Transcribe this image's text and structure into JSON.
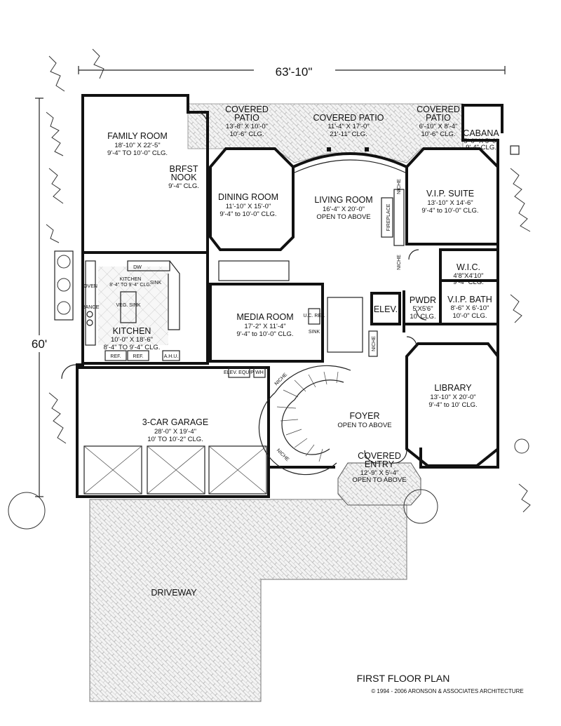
{
  "dimensions": {
    "width": "63'-10\"",
    "depth": "60'"
  },
  "rooms": {
    "family_room": {
      "name": "FAMILY ROOM",
      "size": "18'-10\" X 22'-5\"",
      "ceiling": "9'-4\" TO 10'-0\" CLG."
    },
    "brfst_nook": {
      "name1": "BRFST",
      "name2": "NOOK",
      "ceiling": "9'-4\" CLG."
    },
    "dining_room": {
      "name": "DINING ROOM",
      "size": "11'-10\" X 15'-0\"",
      "ceiling": "9'-4\" to 10'-0\" CLG."
    },
    "living_room": {
      "name": "LIVING ROOM",
      "size": "16'-4\" X 20'-0\"",
      "ceiling": "OPEN TO ABOVE"
    },
    "vip_suite": {
      "name": "V.I.P. SUITE",
      "size": "13'-10\" X 14'-6\"",
      "ceiling": "9'-4\" to 10'-0\" CLG."
    },
    "cabana": {
      "name": "CABANA",
      "size": "5'-0\" X 5'-0\"",
      "ceiling": "9'-4\" CLG."
    },
    "covered_patio_left": {
      "name1": "COVERED",
      "name2": "PATIO",
      "size": "13'-8\" X 10'-0\"",
      "ceiling": "10'-6\" CLG."
    },
    "covered_patio_center": {
      "name": "COVERED PATIO",
      "size": "11'-4\" X 17'-0\"",
      "ceiling": "21'-11\" CLG."
    },
    "covered_patio_right": {
      "name1": "COVERED",
      "name2": "PATIO",
      "size": "6'-10\" X 8'-4\"",
      "ceiling": "10'-6\" CLG."
    },
    "kitchen": {
      "name": "KITCHEN",
      "size": "10'-0\" X 18'-6\"",
      "ceiling": "8'-4\" TO 9'-4\" CLG.",
      "inner_name": "KITCHEN",
      "inner_ceiling": "8'-4\" TO 9'-4\" CLG."
    },
    "media_room": {
      "name": "MEDIA ROOM",
      "size": "17'-2\" X 11'-4\"",
      "ceiling": "9'-4\" to 10'-0\" CLG."
    },
    "wic": {
      "name": "W.I.C.",
      "size": "4'8\"X4'10\"",
      "ceiling": "9'-4\" CLG."
    },
    "vip_bath": {
      "name": "V.I.P. BATH",
      "size": "8'-6\" X 6'-10\"",
      "ceiling": "10'-0\" CLG."
    },
    "pwdr": {
      "name": "PWDR",
      "size": "5'X5'6\"",
      "ceiling": "10' CLG."
    },
    "elev": {
      "name": "ELEV."
    },
    "library": {
      "name": "LIBRARY",
      "size": "13'-10\" X 20'-0\"",
      "ceiling": "9'-4\" to 10' CLG."
    },
    "garage": {
      "name": "3-CAR GARAGE",
      "size": "28'-0\" X 19'-4\"",
      "ceiling": "10' TO 10'-2\" CLG."
    },
    "foyer": {
      "name": "FOYER",
      "ceiling": "OPEN TO ABOVE"
    },
    "covered_entry": {
      "name1": "COVERED",
      "name2": "ENTRY",
      "size": "12'-9\" X 5'-4\"",
      "ceiling": "OPEN TO ABOVE"
    },
    "driveway": {
      "name": "DRIVEWAY"
    }
  },
  "fixtures": {
    "fireplace": "FIREPLACE",
    "niche": "NICHE",
    "dw": "DW",
    "oven": "OVEN",
    "range": "RANGE",
    "veg_sink": "VEG. SINK",
    "sink": "SINK",
    "ref": "REF.",
    "ahu": "A.H.U.",
    "elev_equip": "ELEV. EQUIP.",
    "wh": "WH",
    "uc_ref": "U.C. REF."
  },
  "title": "FIRST FLOOR PLAN",
  "copyright": "© 1994 - 2006 ARONSON & ASSOCIATES ARCHITECTURE"
}
